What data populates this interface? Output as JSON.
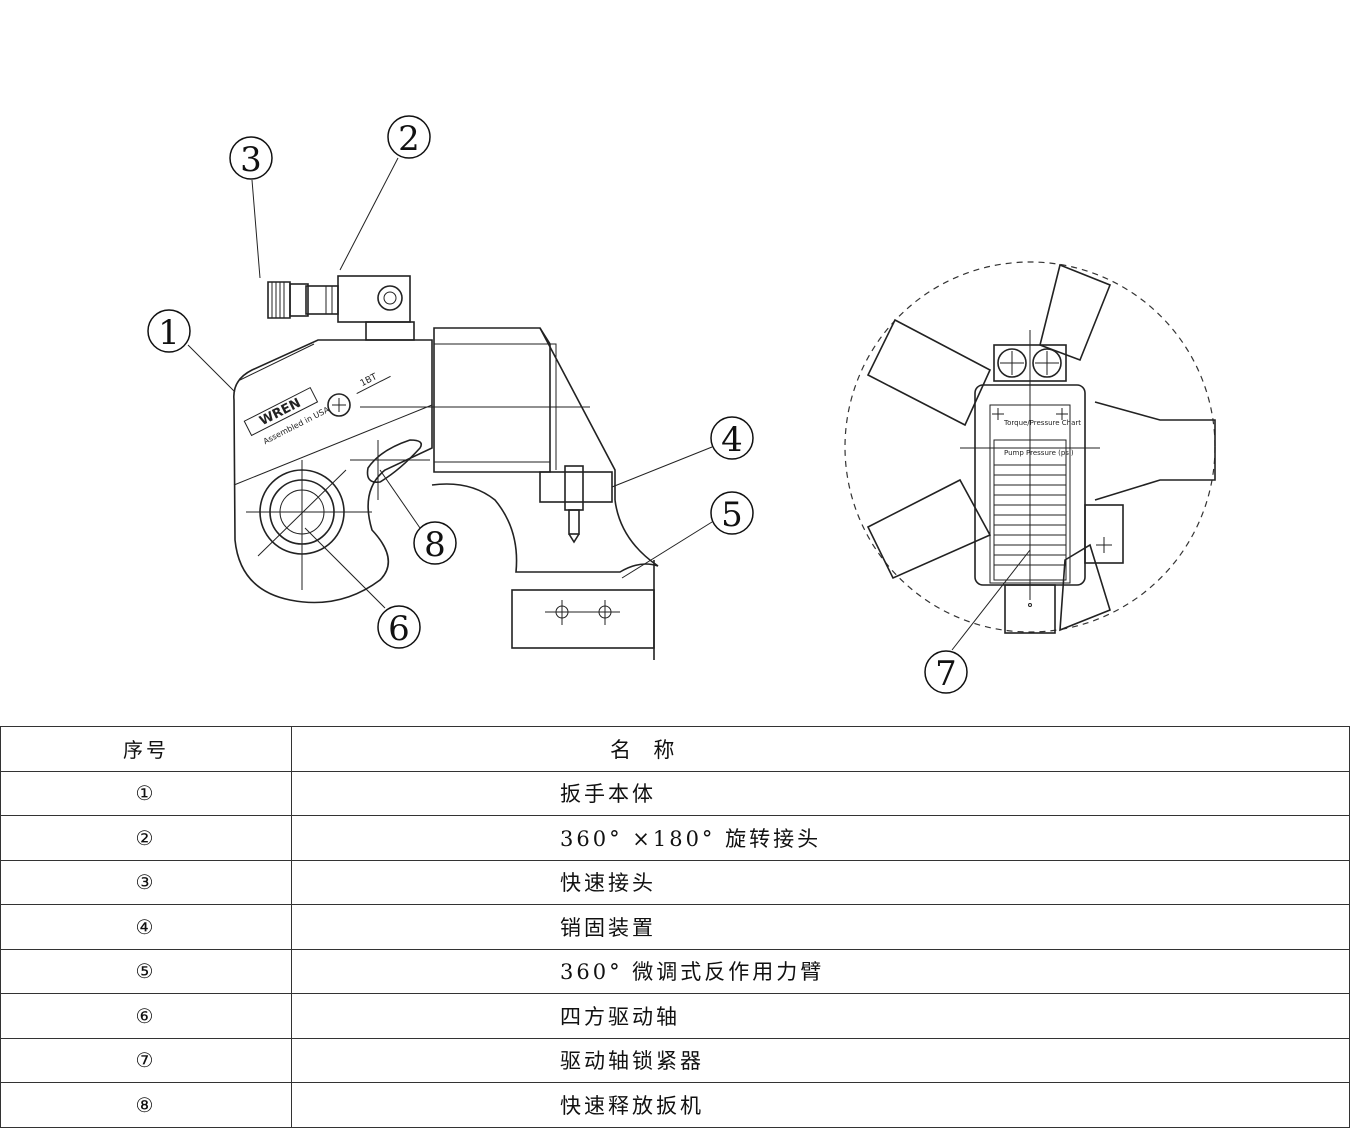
{
  "callouts": [
    "1",
    "2",
    "3",
    "4",
    "5",
    "6",
    "7",
    "8"
  ],
  "tool_labels": {
    "brand": "WREN",
    "assembled": "Assembled in USA",
    "model": "1BT",
    "chart_title": "Torque/Pressure Chart",
    "chart_sub": "Pump Pressure (psi)"
  },
  "table": {
    "header": {
      "num": "序号",
      "name": "名  称"
    },
    "rows": [
      {
        "num": "①",
        "name": "扳手本体"
      },
      {
        "num": "②",
        "name": "360° ×180° 旋转接头"
      },
      {
        "num": "③",
        "name": "快速接头"
      },
      {
        "num": "④",
        "name": "销固装置"
      },
      {
        "num": "⑤",
        "name": "360° 微调式反作用力臂"
      },
      {
        "num": "⑥",
        "name": "四方驱动轴"
      },
      {
        "num": "⑦",
        "name": "驱动轴锁紧器"
      },
      {
        "num": "⑧",
        "name": "快速释放扳机"
      }
    ]
  }
}
